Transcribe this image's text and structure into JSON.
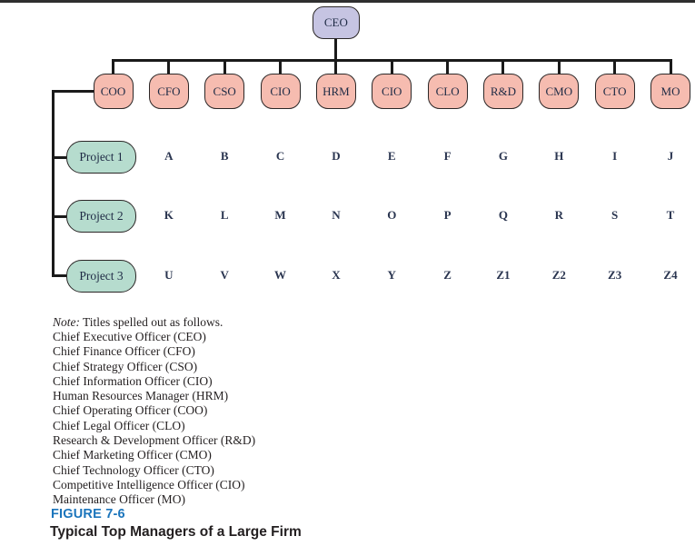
{
  "diagram": {
    "ceo_label": "CEO",
    "departments": [
      "COO",
      "CFO",
      "CSO",
      "CIO",
      "HRM",
      "CIO",
      "CLO",
      "R&D",
      "CMO",
      "CTO",
      "MO"
    ],
    "projects": [
      "Project 1",
      "Project 2",
      "Project 3"
    ],
    "grid": [
      [
        "A",
        "B",
        "C",
        "D",
        "E",
        "F",
        "G",
        "H",
        "I",
        "J"
      ],
      [
        "K",
        "L",
        "M",
        "N",
        "O",
        "P",
        "Q",
        "R",
        "S",
        "T"
      ],
      [
        "U",
        "V",
        "W",
        "X",
        "Y",
        "Z",
        "Z1",
        "Z2",
        "Z3",
        "Z4"
      ]
    ]
  },
  "notes": {
    "label": "Note:",
    "heading": "Titles spelled out as follows.",
    "titles": [
      "Chief Executive Officer (CEO)",
      "Chief Finance Officer (CFO)",
      "Chief Strategy Officer (CSO)",
      "Chief Information Officer (CIO)",
      "Human Resources Manager (HRM)",
      "Chief Operating Officer (COO)",
      "Chief Legal Officer (CLO)",
      "Research & Development Officer (R&D)",
      "Chief Marketing Officer (CMO)",
      "Chief Technology Officer (CTO)",
      "Competitive Intelligence Officer (CIO)",
      "Maintenance Officer (MO)"
    ]
  },
  "figure": {
    "label": "FIGURE 7-6",
    "caption": "Typical Top Managers of a Large Firm"
  },
  "colors": {
    "ceo_fill": "#c6c4e2",
    "dept_fill": "#f6bcb0",
    "project_fill": "#b6dcce",
    "box_border": "#2b2727",
    "connector": "#1a1a1a",
    "box_text": "#1f2b45",
    "grid_letter": "#2a3550",
    "note_text": "#231f20",
    "figure_label": "#1b75bc",
    "caption_text": "#231f20",
    "top_rule": "#2f2f2f"
  }
}
